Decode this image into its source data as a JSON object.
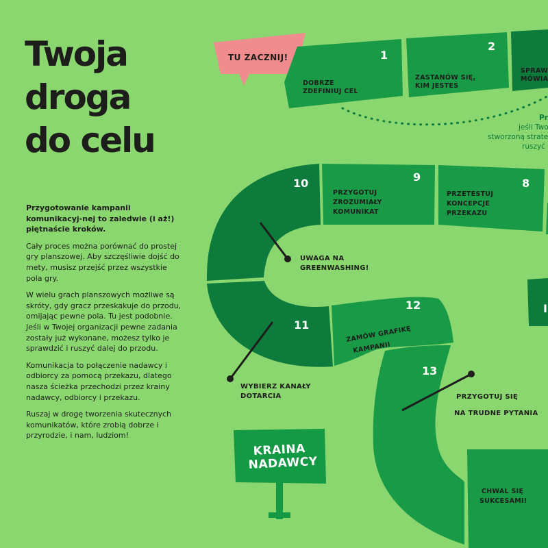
{
  "title": {
    "line1": "Twoja",
    "line2": "droga",
    "line3": "do celu"
  },
  "intro": {
    "lead": "Przygotowanie kampanii komunikacyj-nej to zaledwie (i aż!) piętnaście kroków.",
    "p1": "Cały proces można porównać do prostej gry planszowej. Aby szczęśliwie dojść do mety, musisz przejść przez wszystkie pola gry.",
    "p2": "W wielu grach planszowych możliwe są skróty, gdy gracz przeskakuje do przodu, omijając pewne pola. Tu jest podobnie. Jeśli w Twojej organizacji pewne zadania zostały już wykonane, możesz tylko je sprawdzić i ruszyć dalej do przodu.",
    "p3": "Komunikacja to połączenie nadawcy i odbiorcy za pomocą przekazu, dlatego nasza ścieżka przechodzi przez krainy nadawcy, odbiorcy i przekazu.",
    "p4": "Ruszaj w drogę tworzenia skutecznych komunikatów, które zrobią dobrze i przyrodzie, i nam, ludziom!"
  },
  "start": {
    "label": "TU ZACZNIJ!"
  },
  "cells": {
    "c1": {
      "num": "1",
      "l1": "DOBRZE",
      "l2": "ZDEFINIUJ CEL"
    },
    "c2": {
      "num": "2",
      "l1": "ZASTANÓW SIĘ,",
      "l2": "KIM JESTEŚ"
    },
    "c3": {
      "l1": "SPRAW",
      "l2": "MÓWIA"
    },
    "c8": {
      "num": "8",
      "l1": "PRZETESTUJ",
      "l2": "KONCEPCJE",
      "l3": "PRZEKAZU"
    },
    "c9": {
      "num": "9",
      "l1": "PRZYGOTUJ",
      "l2": "ZROZUMIAŁY",
      "l3": "KOMUNIKAT"
    },
    "c10": {
      "num": "10"
    },
    "c11": {
      "num": "11"
    },
    "c12": {
      "num": "12",
      "l1": "ZAMÓW GRAFIKĘ",
      "l2": "KAMPANII"
    },
    "c13": {
      "num": "13"
    },
    "c14": {
      "l1": "CHWAL SIĘ",
      "l2": "SUKCESAMI!"
    },
    "c_right": {
      "l1": "I"
    }
  },
  "notes": {
    "greenwashing": {
      "l1": "UWAGA NA",
      "l2": "GREENWASHING!"
    },
    "channels": {
      "l1": "WYBIERZ KANAŁY",
      "l2": "DOTARCIA"
    },
    "questions": {
      "l1": "PRZYGOTUJ SIĘ",
      "l2": "NA TRUDNE PYTANIA"
    },
    "shortcut": {
      "l1": "Pr",
      "l2": "jeśli Twoj",
      "l3": "stworzoną strateg",
      "l4": "ruszyć od"
    }
  },
  "sign": {
    "l1": "KRAINA",
    "l2": "NADAWCY"
  },
  "colors": {
    "background": "#8ad66f",
    "cell_main": "#189a46",
    "cell_dark": "#0c7b3b",
    "start_pink": "#f08c8e",
    "sign_green": "#149a44",
    "note_green": "#0e7a3a"
  }
}
